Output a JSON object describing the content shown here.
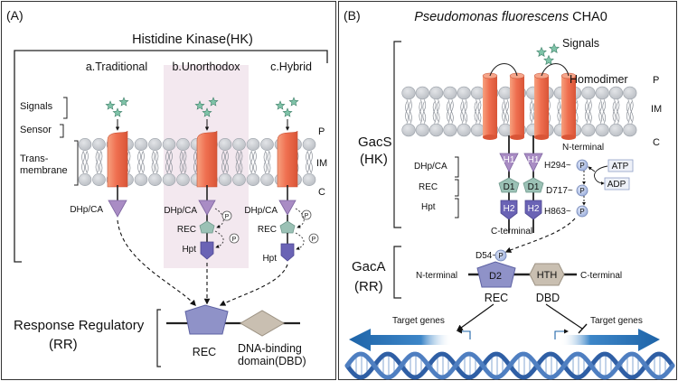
{
  "panel_a": {
    "tag": "(A)",
    "hk_title": "Histidine Kinase(HK)",
    "types": [
      "a.Traditional",
      "b.Unorthodox",
      "c.Hybrid"
    ],
    "left_labels": [
      "Signals",
      "Sensor",
      "Trans-",
      "membrane"
    ],
    "side_labels": [
      "P",
      "IM",
      "C"
    ],
    "domain_labels": [
      "DHp/CA",
      "DHp/CA",
      "REC",
      "Hpt",
      "DHp/CA",
      "REC",
      "Hpt"
    ],
    "phospho": "P",
    "rr_title_1": "Response Regulatory",
    "rr_title_2": "(RR)",
    "rec_label": "REC",
    "dbd_label_1": "DNA-binding",
    "dbd_label_2": "domain(DBD)"
  },
  "panel_b": {
    "tag": "(B)",
    "organism": "Pseudomonas fluorescens",
    "strain": " CHA0",
    "signals": "Signals",
    "homodimer": "Homodimer",
    "side_labels": [
      "P",
      "IM",
      "C"
    ],
    "gacs_1": "GacS",
    "gacs_2": "(HK)",
    "n_terminal_hk": "N-terminal",
    "domain_left": [
      "DHp/CA",
      "REC",
      "Hpt"
    ],
    "domains_inner": [
      "H1",
      "H1",
      "D1",
      "D1",
      "H2",
      "H2"
    ],
    "residues": [
      "H294~",
      "D717~",
      "H863~"
    ],
    "atp": "ATP",
    "adp": "ADP",
    "c_terminal_hk": "C-terminal",
    "gaca_1": "GacA",
    "gaca_2": "(RR)",
    "d54": "D54~",
    "rr_n": "N-terminal",
    "rr_c": "C-terminal",
    "d2": "D2",
    "hth": "HTH",
    "rec": "REC",
    "dbd": "DBD",
    "target_left": "Target genes",
    "target_right": "Target genes",
    "phospho": "P"
  },
  "colors": {
    "helix": "#ef7352",
    "dhp": "#a98cc4",
    "rec": "#9bc1b5",
    "hpt": "#6a63b5",
    "rr_rec": "#8f92c8",
    "dbd": "#c9bfb1",
    "lipid": "#c9cdd3",
    "dna": "#2f5fa5",
    "arrow": "#1e64a8",
    "shade": "#f3e8ef"
  }
}
